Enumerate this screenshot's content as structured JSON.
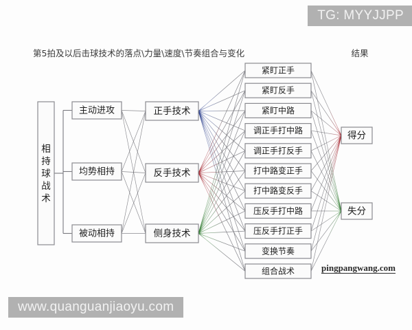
{
  "meta": {
    "title_left": "第5拍及以后击球技术的落点\\力量\\速度\\节奏组合与变化",
    "title_right": "结果"
  },
  "root": {
    "label": "相持球战术",
    "chars": [
      "相",
      "持",
      "球",
      "战",
      "术"
    ]
  },
  "situations": [
    {
      "id": "active-attack",
      "label": "主动进攻"
    },
    {
      "id": "even-rally",
      "label": "均势相持"
    },
    {
      "id": "passive-rally",
      "label": "被动相持"
    }
  ],
  "techniques": [
    {
      "id": "forehand",
      "label": "正手技术",
      "color": "#2b3f8c"
    },
    {
      "id": "backhand",
      "label": "反手技术",
      "color": "#a01e28"
    },
    {
      "id": "pivot",
      "label": "侧身技术",
      "color": "#2f7a2f"
    }
  ],
  "tactics": [
    {
      "id": "t1",
      "label": "紧盯正手"
    },
    {
      "id": "t2",
      "label": "紧盯反手"
    },
    {
      "id": "t3",
      "label": "紧盯中路"
    },
    {
      "id": "t4",
      "label": "调正手打中路"
    },
    {
      "id": "t5",
      "label": "调正手打反手"
    },
    {
      "id": "t6",
      "label": "打中路变正手"
    },
    {
      "id": "t7",
      "label": "打中路变反手"
    },
    {
      "id": "t8",
      "label": "压反手打中路"
    },
    {
      "id": "t9",
      "label": "压反手打正手"
    },
    {
      "id": "t10",
      "label": "变换节奏"
    },
    {
      "id": "t11",
      "label": "组合战术"
    }
  ],
  "results": [
    {
      "id": "win-point",
      "label": "得分",
      "color": "#a01e28"
    },
    {
      "id": "lose-point",
      "label": "失分",
      "color": "#2f7a2f"
    }
  ],
  "watermarks": {
    "tg": "TG: MYYJJPP",
    "site_bottom": "www.quanguanjiaoyu.com",
    "site_inline": "pingpangwang.com"
  },
  "colors": {
    "line": "#6b6b72",
    "box_stroke": "#8a8a90",
    "box_fill": "#fbfbfb",
    "text": "#1d1d1d",
    "watermark_bg": "#aaaaaa",
    "watermark_text": "#f2f2f2"
  }
}
